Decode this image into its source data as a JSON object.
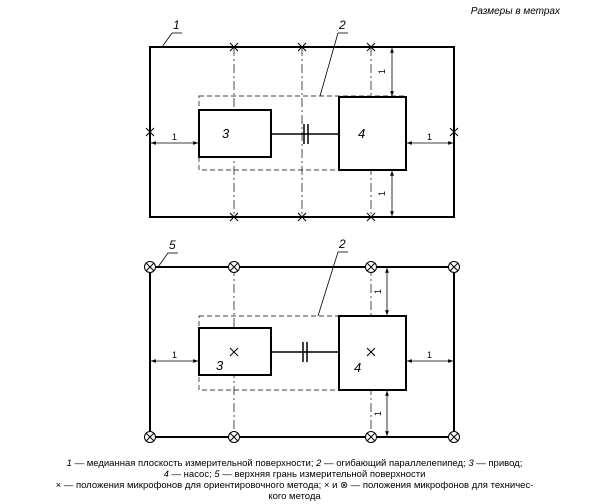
{
  "scale_note": "Размеры в метрах",
  "labels": {
    "surface": "1",
    "envelope": "2",
    "drive": "3",
    "pump": "4",
    "top_face": "5",
    "dim_one": "1"
  },
  "caption": {
    "line1_parts": [
      "1",
      " — медианная плоскость измерительной поверхности; ",
      "2",
      " — огибающий параллелепипед; ",
      "3",
      " — привод;"
    ],
    "line2_parts": [
      "4",
      " — насос; ",
      "5",
      " — верхняя грань измерительной поверхности"
    ],
    "line3": "× — положения микрофонов для ориентировочного метода; × и ⊗ — положения микрофонов для техничес-",
    "line4": "кого метода"
  }
}
